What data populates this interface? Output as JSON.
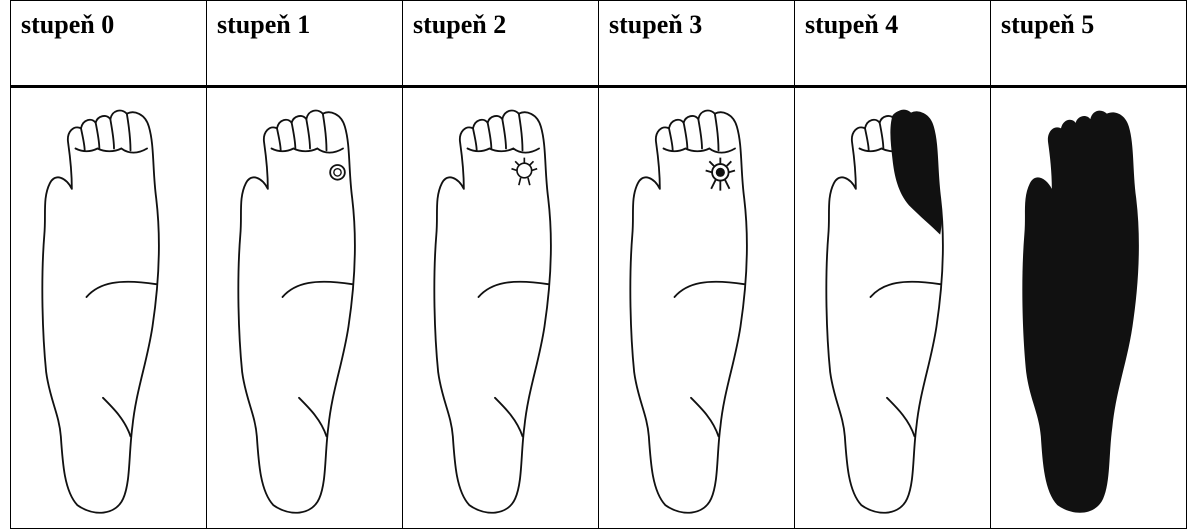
{
  "grades": [
    {
      "label": "stupeň 0",
      "lesion": "none"
    },
    {
      "label": "stupeň 1",
      "lesion": "superficial-ulcer"
    },
    {
      "label": "stupeň 2",
      "lesion": "deep-ulcer"
    },
    {
      "label": "stupeň 3",
      "lesion": "deep-ulcer-with-infection"
    },
    {
      "label": "stupeň 4",
      "lesion": "forefoot-gangrene"
    },
    {
      "label": "stupeň 5",
      "lesion": "whole-foot-gangrene"
    }
  ],
  "colors": {
    "outline": "#111111",
    "gangrene": "#111111",
    "background": "#ffffff"
  }
}
